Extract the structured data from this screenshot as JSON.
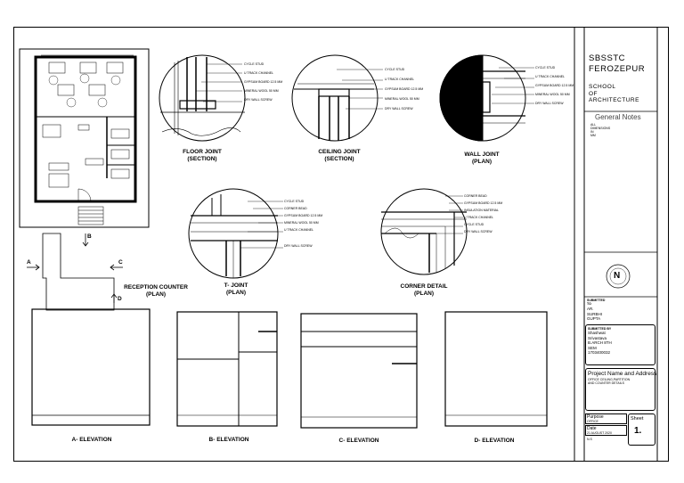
{
  "title_block": {
    "college_line1": "SBSSTC",
    "college_line2": "FEROZEPUR",
    "school_line1": "SCHOOL",
    "school_line2": "OF",
    "school_line3": "ARCHITECTURE",
    "general_notes_title": "General Notes",
    "general_notes_text": [
      "ALL",
      "DIMENSIONS",
      "IN",
      "MM"
    ],
    "submitted_to_label": [
      "SUBMITTED",
      "TO"
    ],
    "submitted_to_names": [
      "AR.",
      "SURBHI",
      "GUPTA"
    ],
    "submitted_by_label": "SUBMITTED BY",
    "submitted_by_lines": [
      "Shashwat",
      "Srivastava",
      "B.ARCH 8TH",
      "SEM",
      "1703400032"
    ],
    "project_label": "Project Name and Address",
    "project_lines": [
      "OFFICE CEILING,PARTITION",
      "AND COUNTER DETAILS"
    ],
    "purpose_label": "Purpose",
    "purpose_value": "OFFICE",
    "date_label": "Date",
    "date_value": "21 AUGUST 2020",
    "scale_label": "N.S",
    "sheet_label": "Sheet",
    "sheet_value": "1."
  },
  "details": {
    "floor_joint": [
      "FLOOR JOINT",
      "(SECTION)"
    ],
    "ceiling_joint": [
      "CEILING JOINT",
      "(SECTION)"
    ],
    "wall_joint": [
      "WALL JOINT",
      "(PLAN)"
    ],
    "t_joint": [
      "T- JOINT",
      "(PLAN)"
    ],
    "corner_detail": [
      "CORNER DETAIL",
      "(PLAN)"
    ],
    "reception_counter": [
      "RECEPTION COUNTER",
      "(PLAN)"
    ]
  },
  "callouts": {
    "floor": [
      "CYCLE STUD",
      "U TRACK CHANNEL",
      "GYPSUM BOARD 12.5 MM",
      "MINERAL WOOL 50 MM",
      "DRY WALL SCREW"
    ],
    "ceiling": [
      "CYCLE STUD",
      "U TRACK CHANNEL",
      "GYPSUM BOARD 12.5 MM",
      "MINERAL WOOL 50 MM",
      "DRY WALL SCREW"
    ],
    "wall": [
      "CYCLE STUD",
      "U TRACK CHANNEL",
      "GYPSUM BOARD 12.5 MM",
      "MINERAL WOOL 50 MM",
      "DRY WALL SCREW"
    ],
    "tjoint": [
      "CYCLE STUD",
      "CORNER BEAD",
      "GYPSUM BOARD 12.5 MM",
      "MINERAL WOOL 50 MM",
      "U TRACK CHANNEL",
      "DRY WALL SCREW"
    ],
    "corner": [
      "CORNER BEAD",
      "GYPSUM BOARD 12.5 MM",
      "INSULATION MATERIAL",
      "U TRACK CHANNEL",
      "CYCLE STUD",
      "DRY WALL SCREW"
    ]
  },
  "counter_markers": {
    "a": "A",
    "b": "B",
    "c": "C",
    "d": "D"
  },
  "elevations": [
    "A- ELEVATION",
    "B- ELEVATION",
    "C- ELEVATION",
    "D- ELEVATION"
  ],
  "north_symbol": "N"
}
